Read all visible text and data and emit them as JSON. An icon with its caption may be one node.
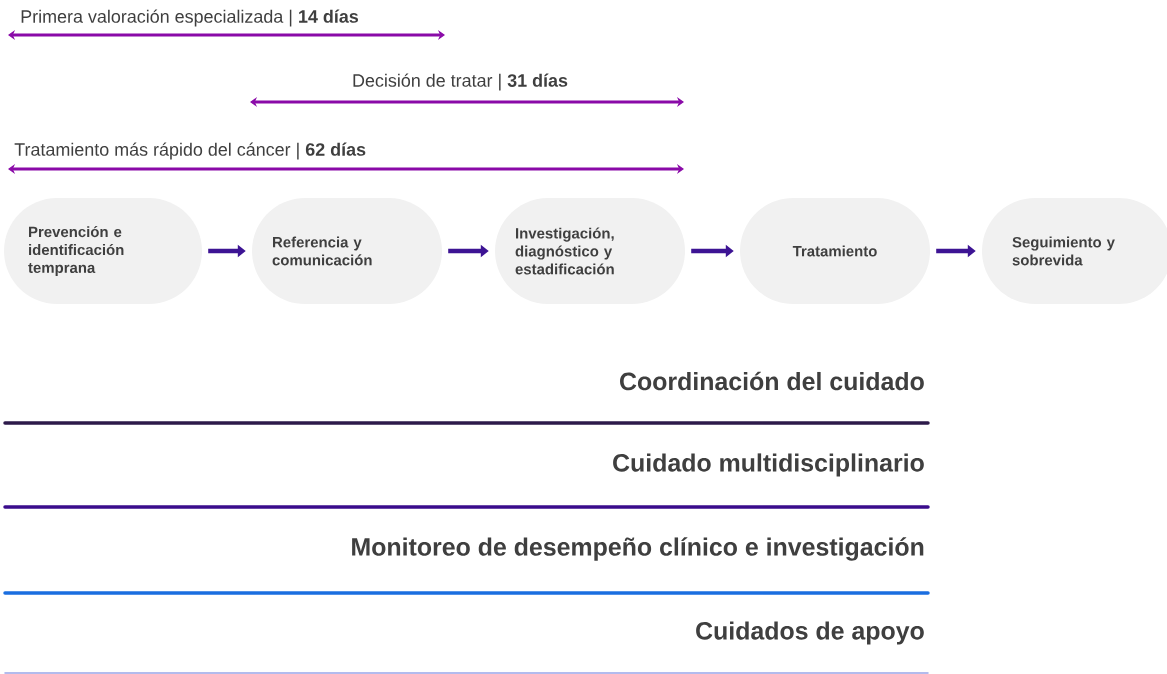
{
  "diagram": {
    "nodes": [
      {
        "text": [
          "Prevención e identificación temprana"
        ]
      },
      {
        "text": [
          "Referencia y comunicación"
        ]
      },
      {
        "text": [
          "Investigación, diagnóstico y estadificación"
        ]
      },
      {
        "text": [
          "Tratamiento"
        ]
      },
      {
        "text": [
          "Seguimiento y sobrevida"
        ]
      }
    ],
    "edges": [
      {
        "from": 0,
        "to": 1,
        "arrow": "to"
      },
      {
        "from": 1,
        "to": 2,
        "arrow": "to"
      },
      {
        "from": 2,
        "to": 3,
        "arrow": "to"
      },
      {
        "from": 3,
        "to": 4,
        "arrow": "to"
      }
    ],
    "labels": [
      "Primera valoración especializada | **14 días**",
      "Decisión de tratar | **31 días**",
      "Tratamiento más rápido del cáncer | **62 días**",
      "Coordinación del cuidado",
      "Cuidado multidisciplinario",
      "Monitoreo de desempeño clínico e investigación",
      "Cuidados de apoyo"
    ]
  }
}
